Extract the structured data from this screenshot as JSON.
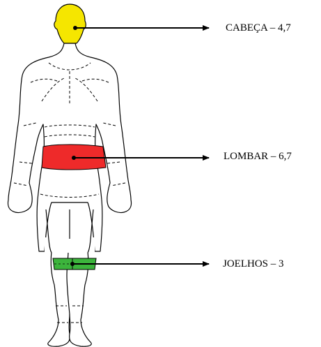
{
  "regions": [
    {
      "id": "head",
      "label": "CABEÇA – 4,7",
      "color": "#f5e600"
    },
    {
      "id": "lumbar",
      "label": "LOMBAR – 6,7",
      "color": "#ee2a2a"
    },
    {
      "id": "knees",
      "label": "JOELHOS – 3",
      "color": "#3cb43c"
    }
  ],
  "colors": {
    "outline": "#000000",
    "background": "#ffffff",
    "body_fill": "#ffffff"
  },
  "icons": [
    "arrow-right-icon"
  ]
}
